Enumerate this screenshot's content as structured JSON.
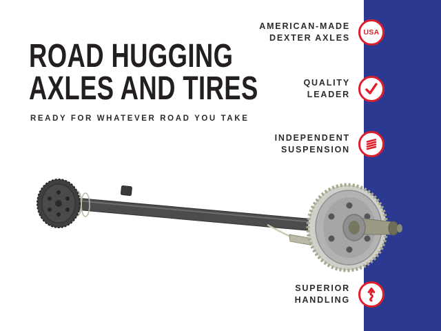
{
  "colors": {
    "accent_blue": "#2b3990",
    "accent_red": "#e01e2b",
    "title_black": "#231f20"
  },
  "header": {
    "title_line1": "ROAD HUGGING",
    "title_line2": "AXLES AND TIRES",
    "subtitle": "READY FOR WHATEVER ROAD YOU TAKE"
  },
  "features": [
    {
      "line1": "AMERICAN-MADE",
      "line2": "DEXTER AXLES",
      "icon": "usa-badge-icon",
      "badge_text": "USA"
    },
    {
      "line1": "QUALITY",
      "line2": "LEADER",
      "icon": "checkmark-icon"
    },
    {
      "line1": "INDEPENDENT",
      "line2": "SUSPENSION",
      "icon": "coil-spring-icon"
    },
    {
      "line1": "SUPERIOR",
      "line2": "HANDLING",
      "icon": "winding-road-icon"
    }
  ],
  "illustration": {
    "name": "trailer-axle-assembly"
  }
}
